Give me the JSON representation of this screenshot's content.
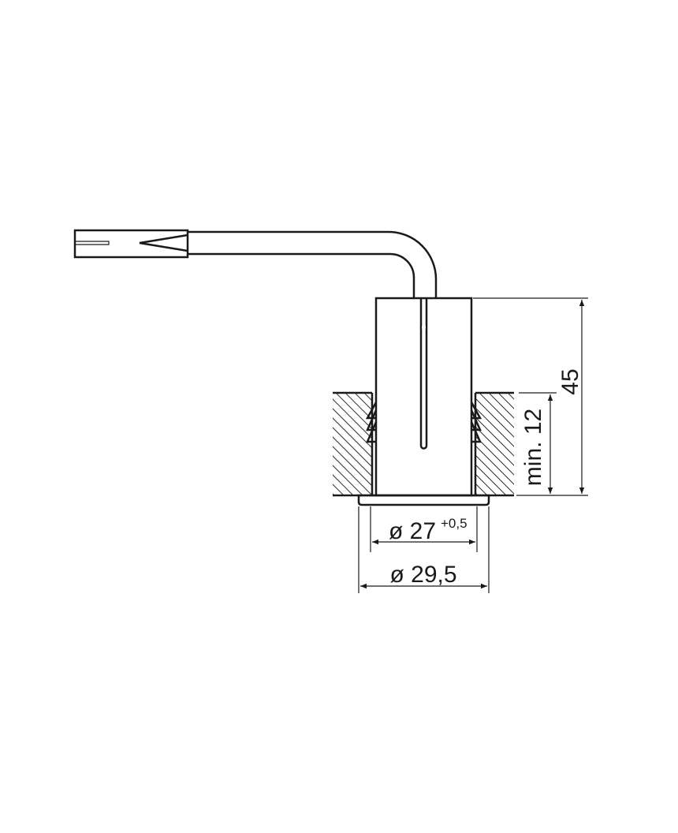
{
  "dimensions": {
    "height_total": "45",
    "min_depth": "min. 12",
    "hole_diameter": "ø 27",
    "hole_tolerance": "+0,5",
    "flange_diameter": "ø 29,5"
  },
  "colors": {
    "line": "#1a1a1a",
    "background": "#ffffff"
  }
}
